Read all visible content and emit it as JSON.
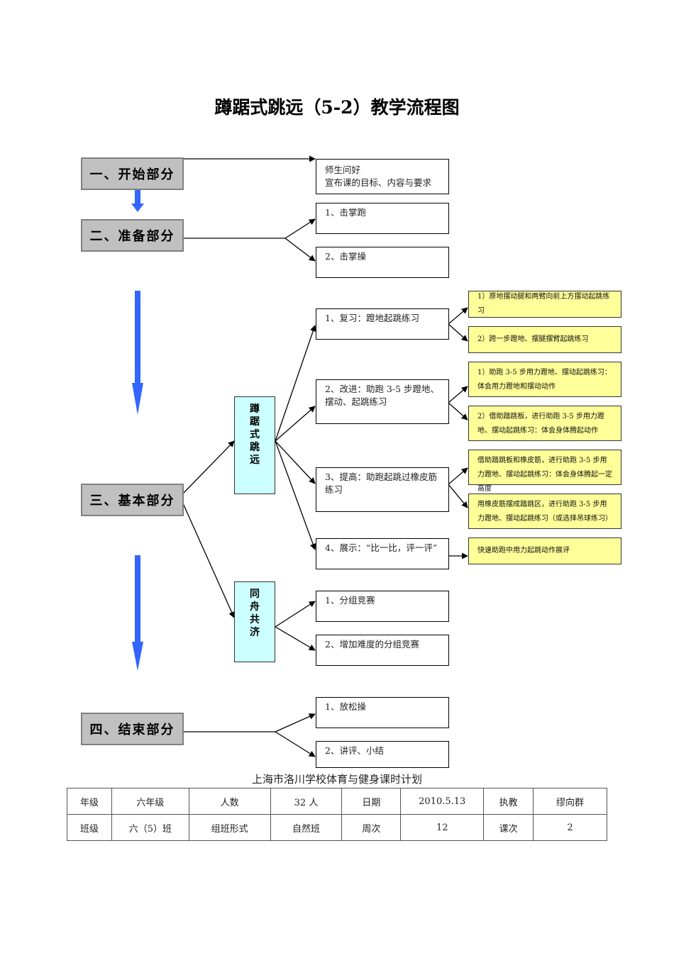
{
  "title": "蹲踞式跳远（5-2）教学流程图",
  "colors": {
    "section_fill": "#c0c0c0",
    "flow_arrow": "#3366ff",
    "highlight_fill": "#ffff99",
    "category_fill": "#ccffff"
  },
  "sections": [
    {
      "label": "一、开始部分"
    },
    {
      "label": "二、准备部分"
    },
    {
      "label": "三、基本部分"
    },
    {
      "label": "四、结束部分"
    }
  ],
  "start": {
    "items": [
      "师生问好",
      "宣布课的目标、内容与要求"
    ]
  },
  "prep": {
    "items": [
      "1、击掌跑",
      "2、击掌操"
    ]
  },
  "basic": {
    "categories": [
      {
        "chars": [
          "蹲",
          "踞",
          "式",
          "跳",
          "远"
        ]
      },
      {
        "chars": [
          "同",
          "舟",
          "共",
          "济"
        ]
      }
    ],
    "jump_steps": [
      {
        "label": "1、复习：蹬地起跳练习",
        "details": [
          "1）原地摆动腿和两臂向前上方摆动起跳练习",
          "2）跨一步蹬地、摆腿摆臂起跳练习"
        ]
      },
      {
        "label": "2、改进：助跑 3-5 步蹬地、摆动、起跳练习",
        "details": [
          "1）助跑 3-5 步用力蹬地、摆动起跳练习：体会用力蹬地和摆动动作",
          "2）借助踏跳板，进行助跑 3-5 步用力蹬地、摆动起跳练习：体会身体腾起动作"
        ]
      },
      {
        "label": "3、提高：助跑起跳过橡皮筋练习",
        "details": [
          "借助踏跳板和橡皮筋，进行助跑 3-5 步用力蹬地、摆动起跳练习：体会身体腾起一定高度",
          "用橡皮筋摆成踏跳区，进行助跑 3-5 步用力蹬地、摆动起跳练习（或选择吊球练习）"
        ]
      },
      {
        "label": "4、展示：“比一比，评一评”",
        "details": [
          "快速助跑中用力起跳动作展评"
        ]
      }
    ],
    "team_steps": [
      "1、分组竞赛",
      "2、增加难度的分组竞赛"
    ]
  },
  "end": {
    "items": [
      "1、放松操",
      "2、讲评、小结"
    ]
  },
  "plan": {
    "subtitle": "上海市洛川学校体育与健身课时计划",
    "rows": [
      [
        "年级",
        "六年级",
        "人数",
        "32 人",
        "日期",
        "2010.5.13",
        "执教",
        "缪向群"
      ],
      [
        "班级",
        "六（5）班",
        "组班形式",
        "自然班",
        "周次",
        "12",
        "课次",
        "2"
      ]
    ]
  }
}
